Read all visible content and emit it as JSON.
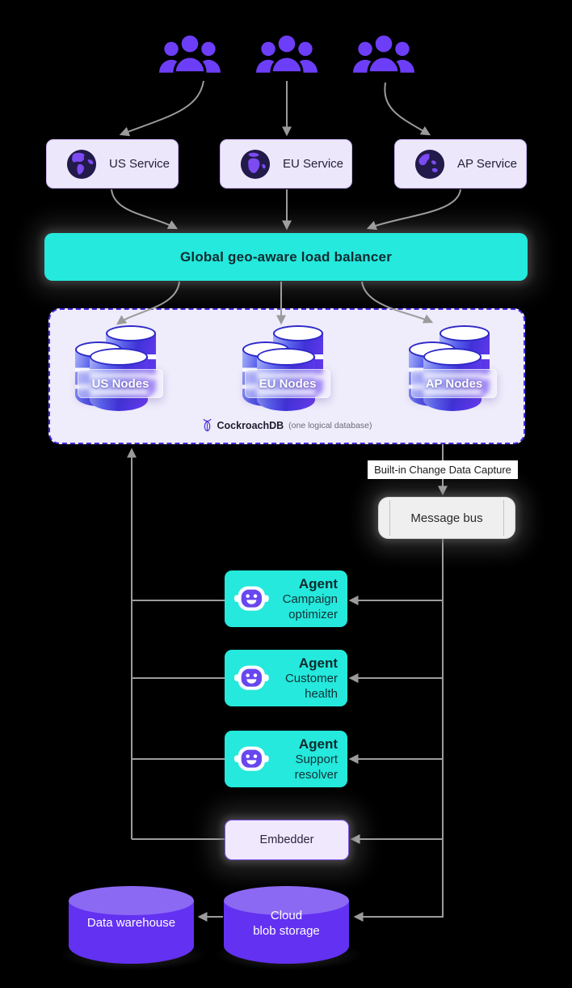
{
  "users": {
    "icon": "users-group-icon",
    "groups": [
      "us-users",
      "eu-users",
      "ap-users"
    ]
  },
  "services": [
    {
      "label": "US Service",
      "icon": "globe-americas-icon"
    },
    {
      "label": "EU Service",
      "icon": "globe-europe-africa-icon"
    },
    {
      "label": "AP Service",
      "icon": "globe-asia-pacific-icon"
    }
  ],
  "load_balancer": {
    "label": "Global geo-aware load balancer"
  },
  "database": {
    "clusters": [
      {
        "label": "US Nodes"
      },
      {
        "label": "EU Nodes"
      },
      {
        "label": "AP Nodes"
      }
    ],
    "brand": "CockroachDB",
    "note": "(one logical database)",
    "icon": "cockroachdb-icon"
  },
  "cdc": {
    "label": "Built-in Change Data Capture"
  },
  "message_bus": {
    "label": "Message bus"
  },
  "agents": [
    {
      "title": "Agent",
      "subtitle": "Campaign optimizer",
      "icon": "robot-icon"
    },
    {
      "title": "Agent",
      "subtitle": "Customer health",
      "icon": "robot-icon"
    },
    {
      "title": "Agent",
      "subtitle": "Support resolver",
      "icon": "robot-icon"
    }
  ],
  "embedder": {
    "label": "Embedder"
  },
  "storage": [
    {
      "label": "Data warehouse"
    },
    {
      "label": "Cloud\nblob storage"
    }
  ],
  "colors": {
    "accent_cyan": "#24E9DC",
    "accent_purple": "#6D3EF7",
    "storage_purple": "#6331F1",
    "container_fill": "#EFECFB",
    "dashed_border": "#4629E2",
    "wire_gray": "#9B9B9B"
  }
}
